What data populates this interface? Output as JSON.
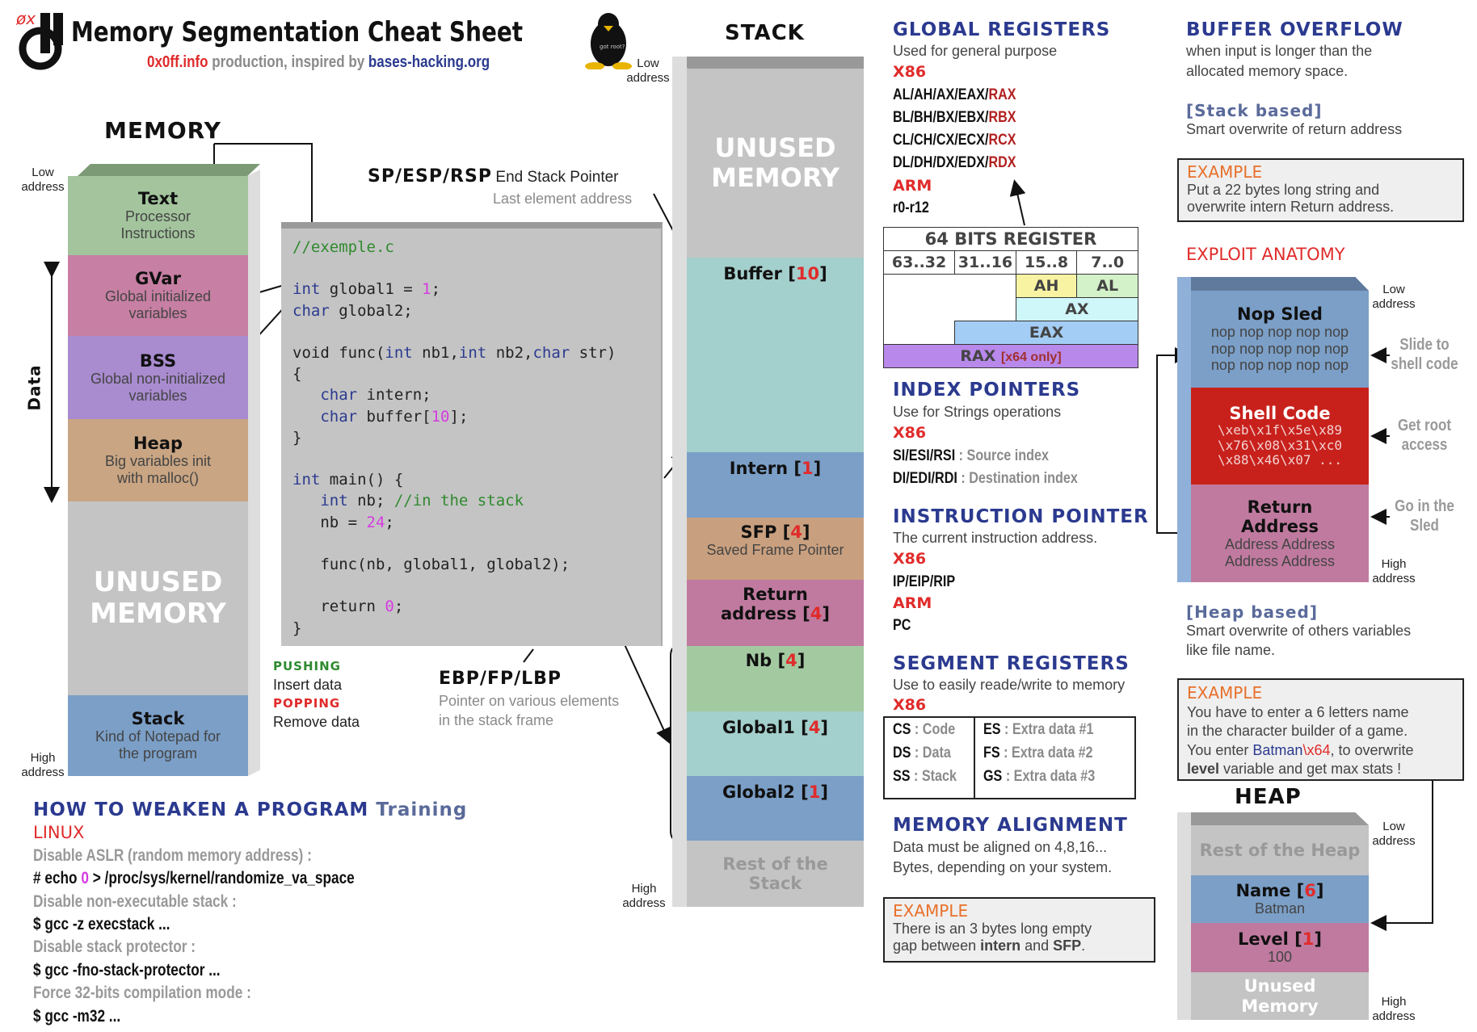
{
  "header": {
    "logo_text": "0xff",
    "title": "Memory Segmentation Cheat Sheet",
    "brand": "0x0ff.info",
    "middle": " production, inspired by ",
    "link": "bases-hacking.org",
    "tux_text": "got root?"
  },
  "memory": {
    "title": "MEMORY",
    "low": "Low address",
    "high": "High address",
    "data_label": "Data",
    "segments": [
      {
        "name": "Text",
        "desc": "Processor Instructions"
      },
      {
        "name": "GVar",
        "desc": "Global initialized variables"
      },
      {
        "name": "BSS",
        "desc": "Global non-initialized variables"
      },
      {
        "name": "Heap",
        "desc": "Big variables init with malloc()"
      },
      {
        "name": "UNUSED MEMORY",
        "desc": ""
      },
      {
        "name": "Stack",
        "desc": "Kind of Notepad for the program"
      }
    ],
    "pushing": "PUSHING",
    "push_desc": "Insert data",
    "popping": "POPPING",
    "pop_desc": "Remove data"
  },
  "code": {
    "lines": [
      [
        [
          "//exemple.c",
          "cm"
        ]
      ],
      [],
      [
        [
          "int",
          "kw"
        ],
        [
          " global1 = ",
          ""
        ],
        [
          "1",
          "num"
        ],
        [
          ";",
          ""
        ]
      ],
      [
        [
          "char",
          "kw"
        ],
        [
          " global2;",
          ""
        ]
      ],
      [],
      [
        [
          "void func(",
          ""
        ],
        [
          "int",
          "kw"
        ],
        [
          " nb1,",
          ""
        ],
        [
          "int",
          "kw"
        ],
        [
          " nb2,",
          ""
        ],
        [
          "char",
          "kw"
        ],
        [
          " str)",
          ""
        ]
      ],
      [
        [
          "{",
          ""
        ]
      ],
      [
        [
          "   ",
          ""
        ],
        [
          "char",
          "kw"
        ],
        [
          " intern;",
          ""
        ]
      ],
      [
        [
          "   ",
          ""
        ],
        [
          "char",
          "kw"
        ],
        [
          " buffer[",
          ""
        ],
        [
          "10",
          "num"
        ],
        [
          "];",
          ""
        ]
      ],
      [
        [
          "}",
          ""
        ]
      ],
      [],
      [
        [
          "int",
          "kw"
        ],
        [
          " main() {",
          ""
        ]
      ],
      [
        [
          "   ",
          ""
        ],
        [
          "int",
          "kw"
        ],
        [
          " nb; ",
          ""
        ],
        [
          "//in the stack",
          "cm"
        ]
      ],
      [
        [
          "   nb = ",
          ""
        ],
        [
          "24",
          "num"
        ],
        [
          ";",
          ""
        ]
      ],
      [],
      [
        [
          "   func(nb, global1, global2);",
          ""
        ]
      ],
      [],
      [
        [
          "   return ",
          ""
        ],
        [
          "0",
          "num"
        ],
        [
          ";",
          ""
        ]
      ],
      [
        [
          "}",
          ""
        ]
      ]
    ]
  },
  "pointers": {
    "sp": "SP/ESP/RSP",
    "sp_desc": "End Stack Pointer",
    "sp_sub": "Last element address",
    "ebp": "EBP/FP/LBP",
    "ebp_desc1": "Pointer on various elements",
    "ebp_desc2": "in the stack frame"
  },
  "stack": {
    "title": "STACK",
    "low": "Low address",
    "high": "High address",
    "segments": [
      {
        "name": "UNUSED MEMORY"
      },
      {
        "name": "Buffer",
        "size": "10"
      },
      {
        "name": "Intern",
        "size": "1"
      },
      {
        "name": "SFP",
        "size": "4",
        "desc": "Saved Frame Pointer"
      },
      {
        "name": "Return address",
        "size": "4"
      },
      {
        "name": "Nb",
        "size": "4"
      },
      {
        "name": "Global1",
        "size": "4"
      },
      {
        "name": "Global2",
        "size": "1"
      },
      {
        "name": "Rest of the Stack"
      }
    ]
  },
  "weaken": {
    "title": "HOW TO WEAKEN A PROGRAM",
    "training": "Training",
    "os": "LINUX",
    "items": [
      {
        "label": "Disable ASLR (random memory address) :",
        "cmd1": "# echo ",
        "cmd_val": "0",
        "cmd2": " > /proc/sys/kernel/randomize_va_space"
      },
      {
        "label": "Disable non-executable stack :",
        "cmd": "$ gcc -z execstack ..."
      },
      {
        "label": "Disable stack protector :",
        "cmd": "$ gcc -fno-stack-protector ..."
      },
      {
        "label": "Force 32-bits compilation mode :",
        "cmd": "$ gcc -m32 ..."
      }
    ]
  },
  "global_regs": {
    "title": "GLOBAL REGISTERS",
    "desc": "Used for general purpose",
    "x86": "X86",
    "regs": [
      {
        "a": "AL/AH/AX/EAX/",
        "b": "RAX"
      },
      {
        "a": "BL/BH/BX/EBX/",
        "b": "RBX"
      },
      {
        "a": "CL/CH/CX/ECX/",
        "b": "RCX"
      },
      {
        "a": "DL/DH/DX/EDX/",
        "b": "RDX"
      }
    ],
    "arm": "ARM",
    "arm_regs": "r0-r12"
  },
  "reg64": {
    "title": "64 BITS REGISTER",
    "bits": [
      "63..32",
      "31..16",
      "15..8",
      "7..0"
    ],
    "ah": "AH",
    "al": "AL",
    "ax": "AX",
    "eax": "EAX",
    "rax": "RAX",
    "rax_note": "[x64 only]"
  },
  "index": {
    "title": "INDEX POINTERS",
    "desc": "Use for Strings operations",
    "x86": "X86",
    "si": "SI/ESI/RSI",
    "si_d": " : Source index",
    "di": "DI/EDI/RDI",
    "di_d": " : Destination index"
  },
  "ip": {
    "title": "INSTRUCTION POINTER",
    "desc": "The current instruction address.",
    "x86": "X86",
    "x86_regs": "IP/EIP/RIP",
    "arm": "ARM",
    "arm_regs": "PC"
  },
  "segment": {
    "title": "SEGMENT REGISTERS",
    "desc": "Use to easily reade/write to memory",
    "x86": "X86",
    "left": [
      {
        "r": "CS",
        "d": " : Code"
      },
      {
        "r": "DS",
        "d": " : Data"
      },
      {
        "r": "SS",
        "d": " : Stack"
      }
    ],
    "right": [
      {
        "r": "ES",
        "d": " : Extra data #1"
      },
      {
        "r": "FS",
        "d": " : Extra data #2"
      },
      {
        "r": "GS",
        "d": " : Extra data #3"
      }
    ]
  },
  "alignment": {
    "title": "MEMORY ALIGNMENT",
    "l1": "Data must be aligned on 4,8,16...",
    "l2": "Bytes, depending on your system.",
    "ex_title": "EXAMPLE",
    "ex1": "There is an 3 bytes long empty",
    "ex2a": "gap between ",
    "ex2b": "intern",
    "ex2c": " and ",
    "ex2d": "SFP",
    "ex2e": "."
  },
  "overflow": {
    "title": "BUFFER OVERFLOW",
    "l1": "when input is longer than the",
    "l2": "allocated memory space.",
    "stack_based": "[Stack based]",
    "stack_desc": "Smart overwrite of return address",
    "ex_title": "EXAMPLE",
    "ex1": "Put a 22 bytes long string and",
    "ex2": "overwrite intern Return address.",
    "anatomy": "EXPLOIT ANATOMY",
    "low": "Low address",
    "high": "High address",
    "nop": {
      "name": "Nop Sled",
      "l": [
        "nop nop nop nop nop",
        "nop nop nop nop nop",
        "nop nop nop nop nop"
      ],
      "note": "Slide to shell code"
    },
    "shell": {
      "name": "Shell Code",
      "l": [
        "\\xeb\\x1f\\x5e\\x89",
        "\\x76\\x08\\x31\\xc0",
        "\\x88\\x46\\x07 ..."
      ],
      "note": "Get root access"
    },
    "ret": {
      "name": "Return Address",
      "l": [
        "Address Address",
        "Address Address"
      ],
      "note": "Go in the Sled"
    },
    "heap_based": "[Heap based]",
    "heap_desc1": "Smart overwrite of others variables",
    "heap_desc2": "like file name.",
    "ex2_title": "EXAMPLE",
    "ex2_l1": "You have to enter a 6 letters name",
    "ex2_l2": "in the character builder of a game.",
    "ex2_l3a": "You enter ",
    "ex2_l3b": "Batman",
    "ex2_l3c": "\\x64",
    "ex2_l3d": ", to overwrite",
    "ex2_l4a": "level",
    "ex2_l4b": " variable and get max stats !"
  },
  "heap": {
    "title": "HEAP",
    "low": "Low address",
    "high": "High address",
    "rest": "Rest of the Heap",
    "name": "Name",
    "name_size": "6",
    "name_val": "Batman",
    "level": "Level",
    "level_size": "1",
    "level_val": "100",
    "unused": "Unused Memory"
  },
  "colors": {
    "text": "#a3c49d",
    "gvar": "#c77fa3",
    "bss": "#a98bd0",
    "heap": "#c9a583",
    "unused": "#c4c4c4",
    "stack": "#7b9fc7",
    "buffer": "#a3cfcc",
    "sfp": "#c9a07f",
    "ret": "#c07a9f",
    "nb": "#a3c9a0",
    "red": "#c8211c"
  }
}
